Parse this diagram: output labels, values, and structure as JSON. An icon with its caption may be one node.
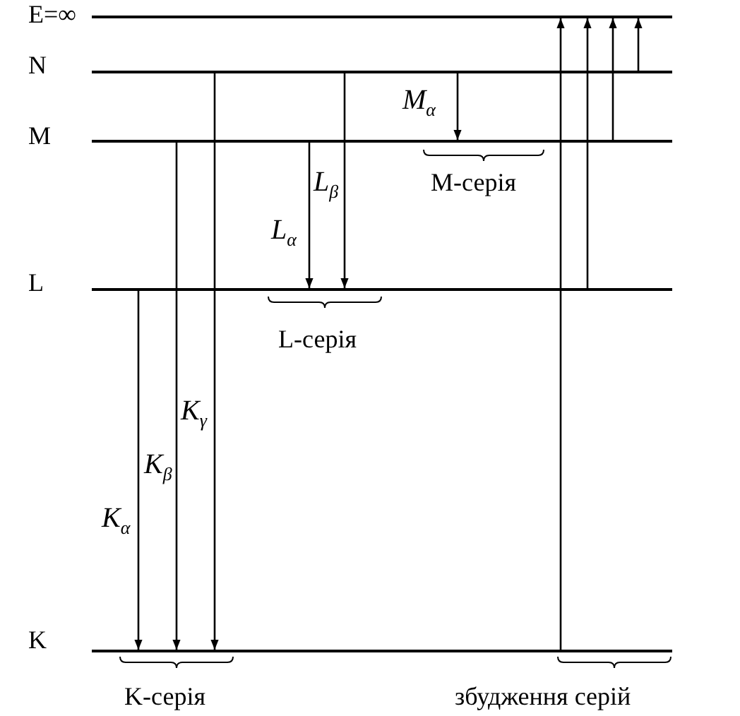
{
  "diagram": {
    "nodes": [
      {
        "text": [
          "E=∞"
        ]
      },
      {
        "text": [
          "N"
        ]
      },
      {
        "text": [
          "M"
        ]
      },
      {
        "text": [
          "L"
        ]
      },
      {
        "text": [
          "K"
        ]
      }
    ],
    "edges": [
      {
        "from": 1,
        "to": 2,
        "arrow": "to",
        "label": "M$_{α}$"
      },
      {
        "from": 1,
        "to": 3,
        "arrow": "to",
        "label": "L$_{β}$"
      },
      {
        "from": 2,
        "to": 3,
        "arrow": "to",
        "label": "L$_{α}$"
      },
      {
        "from": 1,
        "to": 4,
        "arrow": "to",
        "label": "K$_{γ}$"
      },
      {
        "from": 2,
        "to": 4,
        "arrow": "to",
        "label": "K$_{β}$"
      },
      {
        "from": 3,
        "to": 4,
        "arrow": "to",
        "label": "K$_{α}$"
      },
      {
        "from": 4,
        "to": 0,
        "arrow": "to"
      },
      {
        "from": 3,
        "to": 0,
        "arrow": "to"
      },
      {
        "from": 2,
        "to": 0,
        "arrow": "to"
      },
      {
        "from": 1,
        "to": 0,
        "arrow": "to"
      }
    ],
    "labels": [
      "M-серія",
      "L-серія",
      "K-серія",
      "збудження серій"
    ]
  }
}
